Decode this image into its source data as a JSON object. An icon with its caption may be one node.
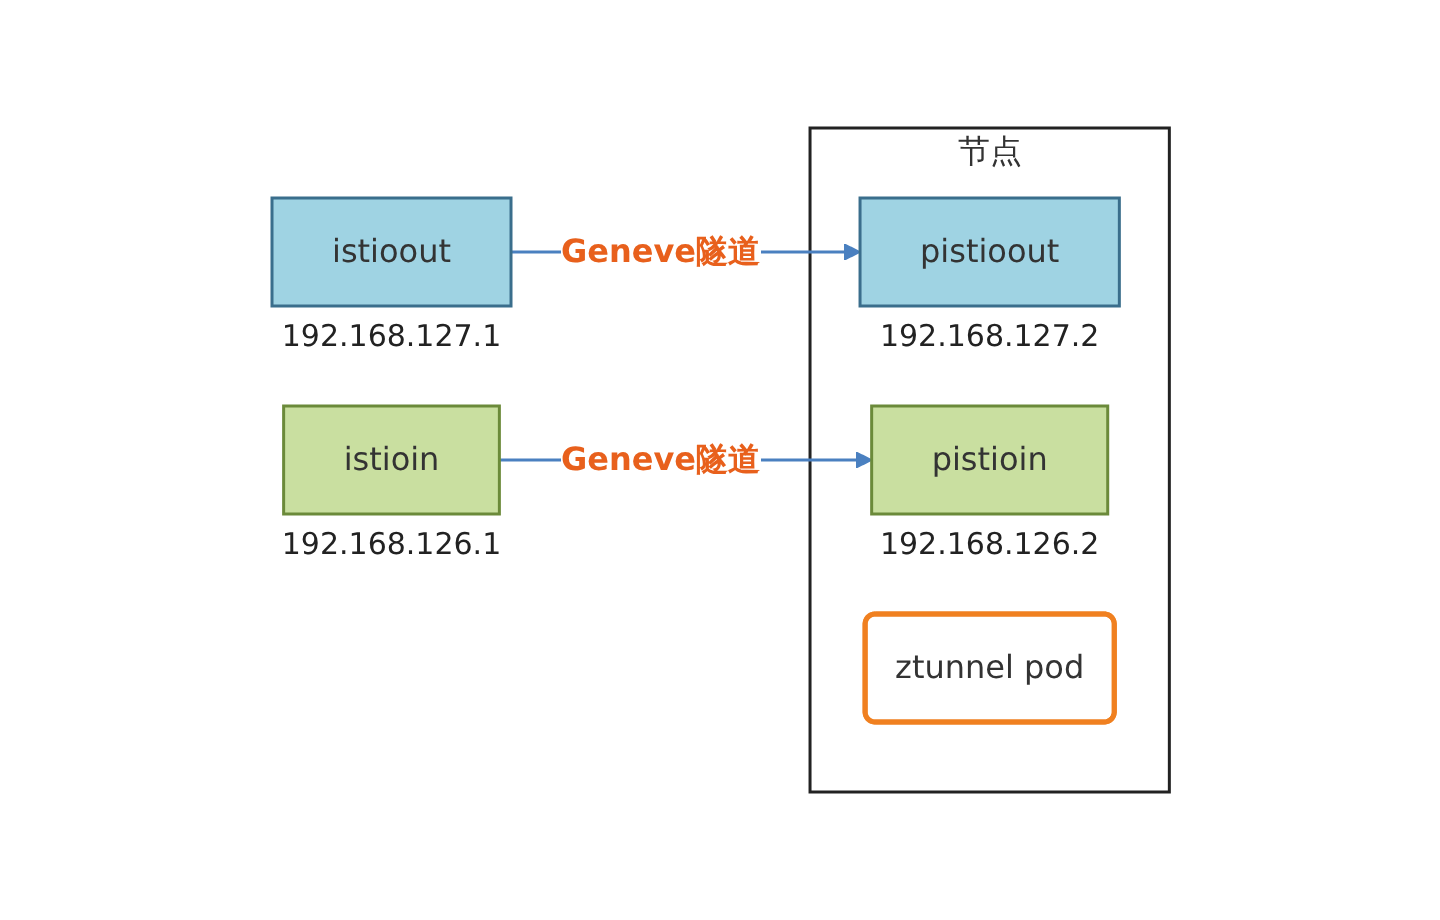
{
  "diagram": {
    "nodes": [
      {
        "text": [
          "节点"
        ]
      },
      {
        "text": [
          "istioout"
        ],
        "beside": [
          "192.168.127.1"
        ]
      },
      {
        "text": [
          "istioin"
        ],
        "beside": [
          "192.168.126.1"
        ]
      },
      {
        "text": [
          "pistioout"
        ],
        "in": 0,
        "beside": [
          "192.168.127.2"
        ]
      },
      {
        "text": [
          "pistioin"
        ],
        "in": 0,
        "beside": [
          "192.168.126.2"
        ]
      },
      {
        "text": [
          "ztunnel pod"
        ],
        "in": 0
      }
    ],
    "edges": [
      {
        "from": 1,
        "to": 3,
        "arrow": "to",
        "label": "Geneve隧道"
      },
      {
        "from": 2,
        "to": 4,
        "arrow": "to",
        "label": "Geneve隧道"
      }
    ]
  }
}
